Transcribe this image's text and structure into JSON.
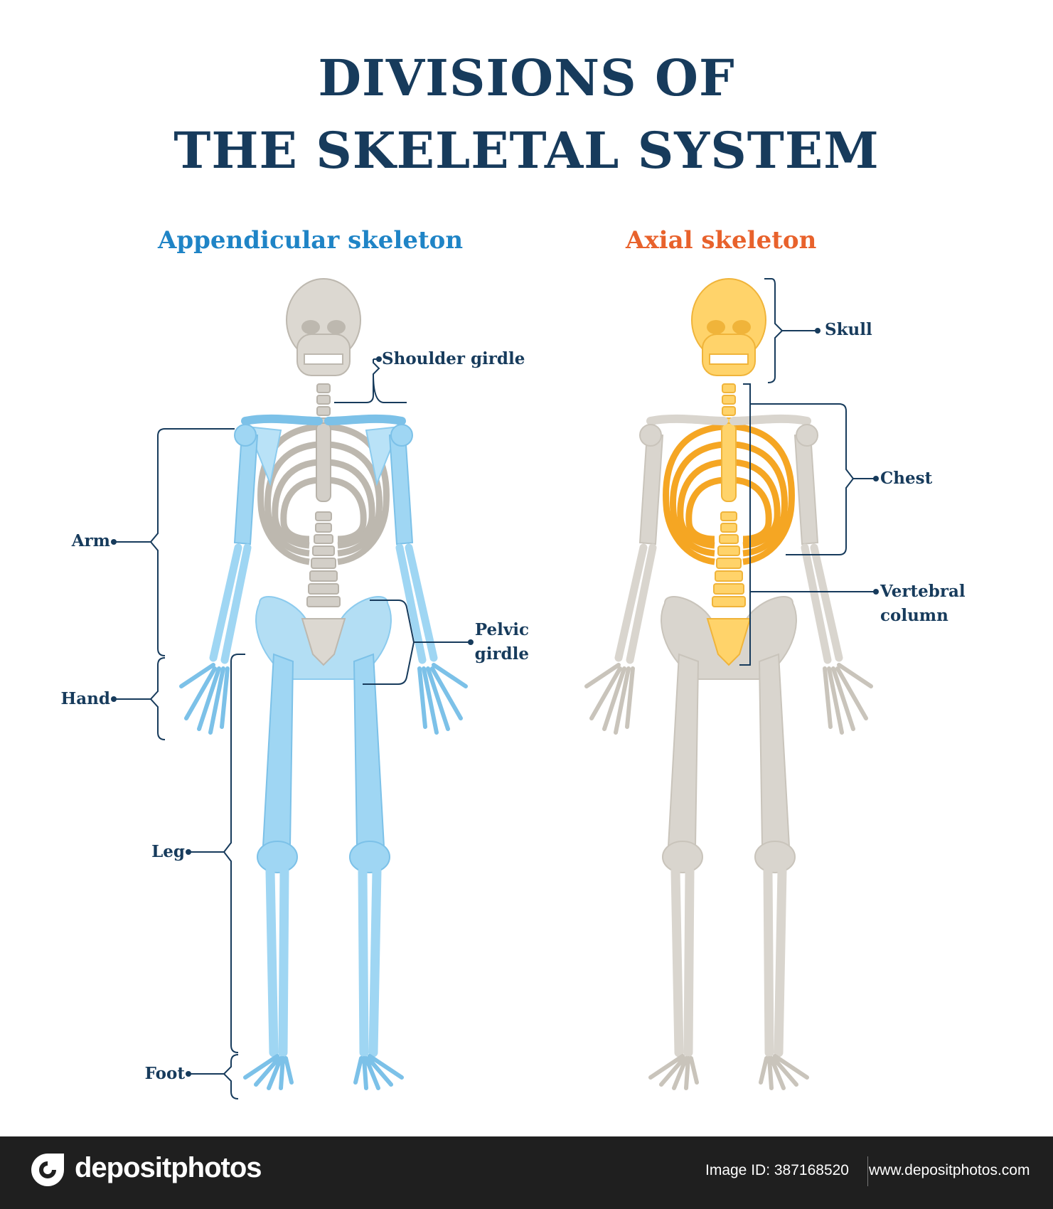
{
  "title": {
    "line1": "DIVISIONS OF",
    "line2": "THE SKELETAL SYSTEM"
  },
  "subtitles": {
    "appendicular": "Appendicular skeleton",
    "axial": "Axial skeleton"
  },
  "appendicular_labels": {
    "shoulder_girdle": "Shoulder girdle",
    "arm": "Arm",
    "pelvic": "Pelvic",
    "girdle": "girdle",
    "hand": "Hand",
    "leg": "Leg",
    "foot": "Foot"
  },
  "axial_labels": {
    "skull": "Skull",
    "chest": "Chest",
    "vertebral": "Vertebral",
    "column": "column"
  },
  "colors": {
    "title": "#173b5c",
    "appendicular": "#1f84c6",
    "axial": "#e8622c",
    "bone_blue": "#9fd6f3",
    "bone_yellow": "#ffd36a",
    "bone_grey": "#d9d5ce"
  },
  "footer": {
    "brand": "depositphotos",
    "image_id": "Image ID: 387168520",
    "site": "www.depositphotos.com"
  }
}
